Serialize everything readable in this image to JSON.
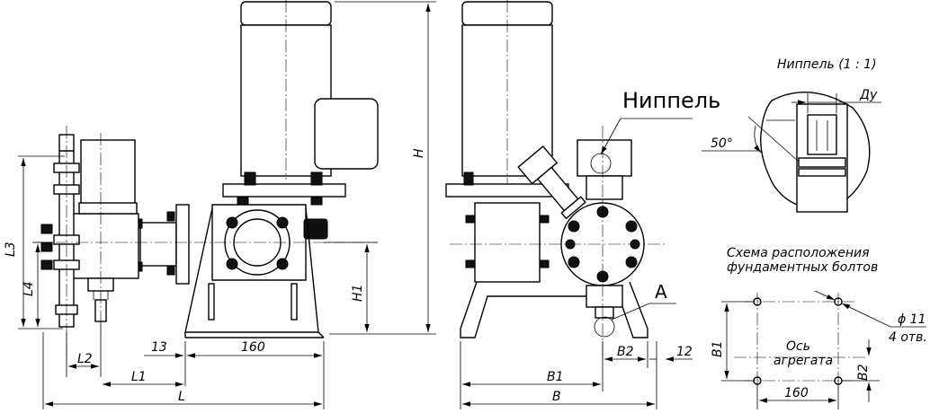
{
  "labels": {
    "L3": "L3",
    "L4": "L4",
    "L2": "L2",
    "L1": "L1",
    "L": "L",
    "dim13": "13",
    "dim160_side": "160",
    "H": "H",
    "H1": "H1",
    "nipple_callout": "Ниппель",
    "A": "A",
    "B2_front": "B2",
    "dim12": "12",
    "B1_front": "B1",
    "B": "B",
    "detail_title": "Ниппель  (1 : 1)",
    "Du": "Ду",
    "angle": "50°",
    "bolt_title_1": "Схема расположения",
    "bolt_title_2": "фундаментных болтов",
    "B1_plan": "B1",
    "axis_1": "Ось",
    "axis_2": "агрегата",
    "B2_plan": "B2",
    "dim160_plan": "160",
    "hole_dia": "ϕ 11",
    "hole_count": "4 отв."
  }
}
